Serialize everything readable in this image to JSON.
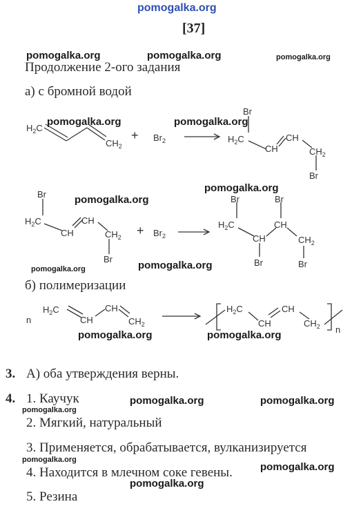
{
  "header": {
    "site": "pomogalka.org",
    "page_number": "[37]"
  },
  "watermark": "pomogalka.org",
  "section": {
    "title": "Продолжение 2-ого задания",
    "part_a": "а) с бромной водой",
    "part_b": "б) полимеризации"
  },
  "chem": {
    "h2c": "H",
    "two": "2",
    "c": "C",
    "ch2_h": "CH",
    "ch": "CH",
    "br": "Br",
    "plus": "+",
    "n": "n"
  },
  "answers": {
    "q3_num": "3.",
    "q3_text": "А) оба утверждения верны.",
    "q4_num": "4.",
    "q4_items": [
      "1. Каучук",
      "2. Мягкий, натуральный",
      "3. Применяется, обрабатывается, вулканизируется",
      "4. Находится в млечном соке гевены.",
      "5. Резина"
    ]
  },
  "colors": {
    "header_link": "#2f4fb3",
    "text": "#2a2a2a",
    "watermark": "#1a1a1a"
  }
}
